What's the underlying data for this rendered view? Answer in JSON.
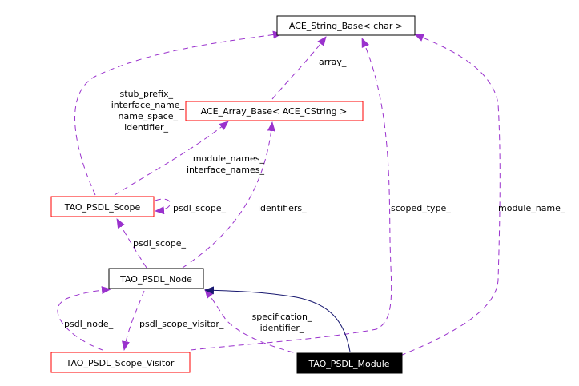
{
  "colors": {
    "use_edge": "#9a32cd",
    "inherit_edge": "#191970",
    "highlight_border": "#ff0000",
    "normal_border": "#000000",
    "focus_fill": "#000000"
  },
  "nodes": {
    "ace_string_base": "ACE_String_Base< char >",
    "ace_array_base": "ACE_Array_Base< ACE_CString >",
    "tao_psdl_scope": "TAO_PSDL_Scope",
    "tao_psdl_node": "TAO_PSDL_Node",
    "tao_psdl_scope_visitor": "TAO_PSDL_Scope_Visitor",
    "tao_psdl_module": "TAO_PSDL_Module"
  },
  "edge_labels": {
    "array": "array_",
    "stub_prefix": "stub_prefix_",
    "interface_name": "interface_name_",
    "name_space": "name_space_",
    "identifier": "identifier_",
    "module_names": "module_names_",
    "interface_names": "interface_names_",
    "psdl_scope_self": "psdl_scope_",
    "identifiers": "identifiers_",
    "scoped_type": "scoped_type_",
    "module_name": "module_name_",
    "psdl_scope_node": "psdl_scope_",
    "psdl_node": "psdl_node_",
    "psdl_scope_visitor": "psdl_scope_visitor_",
    "specification": "specification_",
    "identifier_module": "identifier_"
  }
}
